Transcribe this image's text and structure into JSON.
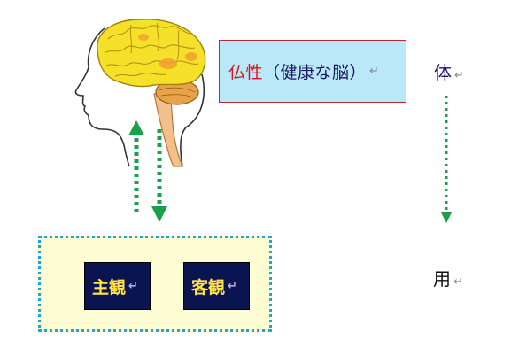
{
  "healthy_brain": {
    "red_text": "仏性",
    "navy_text": "（健康な脳）"
  },
  "essence_label": "体",
  "function_label": "用",
  "subjective_label": "主観",
  "objective_label": "客観",
  "return_mark": "↵",
  "colors": {
    "arrow_green": "#19a04a",
    "box_blue": "#b9e8f8",
    "box_border_red": "#c0272d",
    "mind_box_fill": "#fefcd2",
    "mind_box_border": "#1ba6d9",
    "dark_box_fill": "#0a1450",
    "dark_box_text": "#ffe14a",
    "brain_yellow": "#f5e12a"
  }
}
